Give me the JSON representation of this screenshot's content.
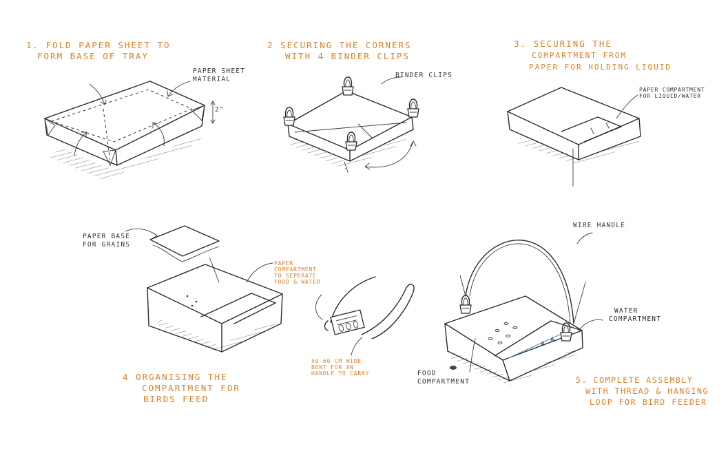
{
  "colors": {
    "ink": "#2a2a2a",
    "accent": "#d9822b",
    "water": "#4aa3c8",
    "background": "#ffffff"
  },
  "steps": [
    {
      "caption_line1": "1. FOLD PAPER SHEET TO",
      "caption_line2": "FORM BASE OF TRAY",
      "labels": {
        "material_line1": "PAPER SHEET",
        "material_line2": "MATERIAL",
        "height": "2\""
      }
    },
    {
      "caption_line1": "2 SECURING THE CORNERS",
      "caption_line2": "WITH 4 BINDER CLIPS",
      "labels": {
        "clips": "BINDER CLIPS"
      }
    },
    {
      "caption_line1": "3. SECURING THE",
      "caption_line2": "COMPARTMENT FROM",
      "caption_line3": "PAPER FOR HOLDING LIQUID",
      "labels": {
        "compartment_line1": "PAPER COMPARTMENT",
        "compartment_line2": "FOR LIQUID/WATER"
      }
    },
    {
      "caption_line1": "4 ORGANISING THE",
      "caption_line2": "COMPARTMENT FOR",
      "caption_line3": "BIRDS FEED",
      "labels": {
        "base_line1": "PAPER BASE",
        "base_line2": "FOR GRAINS",
        "compartment_line1": "PAPER",
        "compartment_line2": "COMPARTMENT",
        "compartment_line3": "TO SEPERATE",
        "compartment_line4": "FOOD & WATER",
        "wire_line1": "50-60 CM WIRE",
        "wire_line2": "BENT FOR AN",
        "wire_line3": "HANDLE TO CARRY"
      }
    },
    {
      "caption_line1": "5. COMPLETE ASSEMBLY",
      "caption_line2": "WITH THREAD & HANGING",
      "caption_line3": "LOOP FOR BIRD FEEDER",
      "labels": {
        "handle": "WIRE HANDLE",
        "water_line1": "WATER",
        "water_line2": "COMPARTMENT",
        "food_line1": "FOOD",
        "food_line2": "COMPARTMENT"
      }
    }
  ]
}
